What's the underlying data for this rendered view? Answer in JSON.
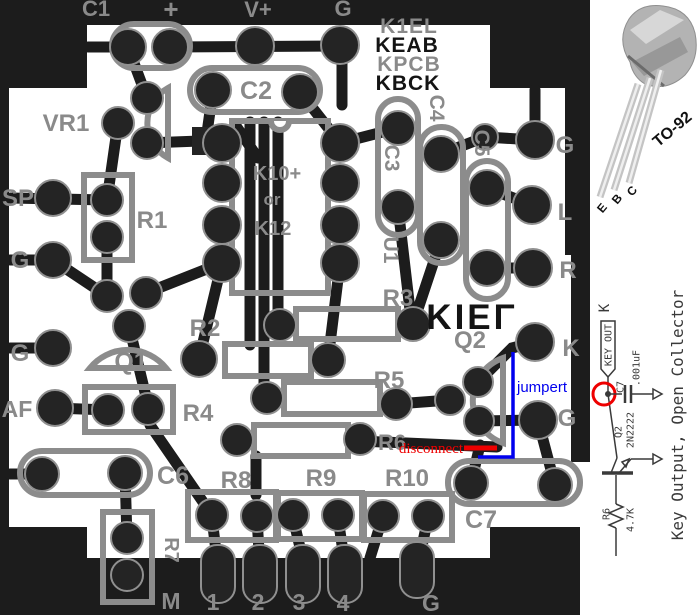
{
  "colors": {
    "silkscreen": "#8a8a8a",
    "copper_black": "#1c1c1c",
    "annotation_blue": "#0000ee",
    "annotation_red": "#ee0000"
  },
  "pcb": {
    "top_labels": {
      "c1": "C1",
      "plus": "+",
      "vplus": "V+",
      "g": "G"
    },
    "silk_lines": {
      "l1": "K1EL",
      "l2": "KEAB",
      "l3": "KPCB",
      "l4": "KBCK"
    },
    "big_mirror": "KIEΓ",
    "ic": {
      "l1": "K10+",
      "l2": "or",
      "l3": "K12",
      "ref": "U1"
    },
    "refs": {
      "vr1": "VR1",
      "c2": "C2",
      "c3": "C3",
      "c4": "C4",
      "c5": "C5",
      "c6": "C6",
      "c7": "C7",
      "r1": "R1",
      "r2": "R2",
      "r3": "R3",
      "r4": "R4",
      "r5": "R5",
      "r6": "R6",
      "r7": "R7",
      "r8": "R8",
      "r9": "R9",
      "r10": "R10",
      "q1": "Q1",
      "q2": "Q2"
    },
    "left_labels": {
      "sp": "SP",
      "g1": "G",
      "g2": "G",
      "af": "AF"
    },
    "right_labels": {
      "g1": "G",
      "l": "L",
      "r": "R",
      "k": "K",
      "g2": "G"
    },
    "bottom_labels": {
      "m": "M",
      "p1": "1",
      "p2": "2",
      "p3": "3",
      "p4": "4",
      "g": "G"
    }
  },
  "annotations": {
    "jumper": "jumpert",
    "disconnect": "disconnect"
  },
  "panel": {
    "package": "TO-92",
    "pins": {
      "e": "E",
      "b": "B",
      "c": "C"
    },
    "schematic": {
      "k": "K",
      "flag": "KEY OUT",
      "cap_ref": "C7",
      "cap_val": ".001uF",
      "q_ref": "Q2",
      "q_part": "2N2222",
      "r_ref": "R6",
      "r_val": "4.7K",
      "caption": "Key Output, Open Collector"
    }
  }
}
